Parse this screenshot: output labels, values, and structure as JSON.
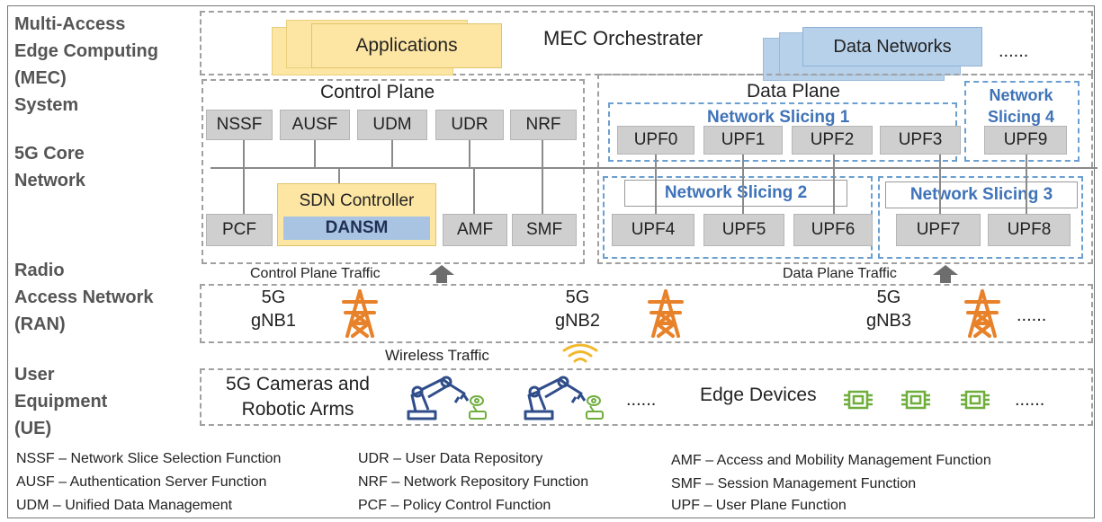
{
  "layers": {
    "mec": "Multi-Access Edge Computing (MEC) System",
    "mec_lines": [
      "Multi-Access",
      "Edge Computing",
      "(MEC)",
      "System"
    ],
    "core_lines": [
      "5G Core",
      "Network"
    ],
    "ran_lines": [
      "Radio",
      "Access Network",
      "(RAN)"
    ],
    "ue_lines": [
      "User",
      "Equipment",
      "(UE)"
    ]
  },
  "mec": {
    "orchestrator": "MEC Orchestrater",
    "applications": "Applications",
    "data_networks": "Data Networks",
    "ellipsis": "......"
  },
  "control_plane": {
    "title": "Control Plane",
    "top_functions": [
      "NSSF",
      "AUSF",
      "UDM",
      "UDR",
      "NRF"
    ],
    "pcf": "PCF",
    "sdn_controller": "SDN Controller",
    "dansm": "DANSM",
    "amf": "AMF",
    "smf": "SMF",
    "traffic": "Control Plane Traffic"
  },
  "data_plane": {
    "title": "Data Plane",
    "slice1": "Network Slicing 1",
    "slice2": "Network Slicing 2",
    "slice3": "Network Slicing 3",
    "slice4_lines": [
      "Network",
      "Slicing 4"
    ],
    "upf_top": [
      "UPF0",
      "UPF1",
      "UPF2",
      "UPF3",
      "UPF9"
    ],
    "upf_bottom": [
      "UPF4",
      "UPF5",
      "UPF6",
      "UPF7",
      "UPF8"
    ],
    "traffic": "Data Plane Traffic"
  },
  "ran": {
    "gnbs": [
      {
        "line1": "5G",
        "line2": "gNB1"
      },
      {
        "line1": "5G",
        "line2": "gNB2"
      },
      {
        "line1": "5G",
        "line2": "gNB3"
      }
    ],
    "ellipsis": "......",
    "wireless": "Wireless Traffic"
  },
  "ue": {
    "cameras_lines": [
      "5G Cameras and",
      "Robotic Arms"
    ],
    "ellipsis1": "......",
    "edge_devices": "Edge Devices",
    "ellipsis2": "......"
  },
  "legend": {
    "col1": [
      "NSSF – Network Slice Selection Function",
      "AUSF –  Authentication Server Function",
      "UDM – Unified Data Management"
    ],
    "col2": [
      "UDR – User Data Repository",
      "NRF – Network Repository Function",
      "PCF – Policy Control Function"
    ],
    "col3": [
      "AMF – Access and Mobility Management Function",
      "SMF – Session Management Function",
      "UPF – User Plane Function"
    ]
  },
  "colors": {
    "tower": "#e8822a",
    "app_box": "#fde6a3",
    "data_box": "#b7d1ea",
    "slice_text": "#3f73b8",
    "chip": "#6fae3c",
    "robot": "#2f4d8a"
  },
  "icons": [
    "transmission-tower-icon",
    "wifi-signal-icon",
    "robotic-arm-icon",
    "chip-icon",
    "up-arrow-icon"
  ]
}
